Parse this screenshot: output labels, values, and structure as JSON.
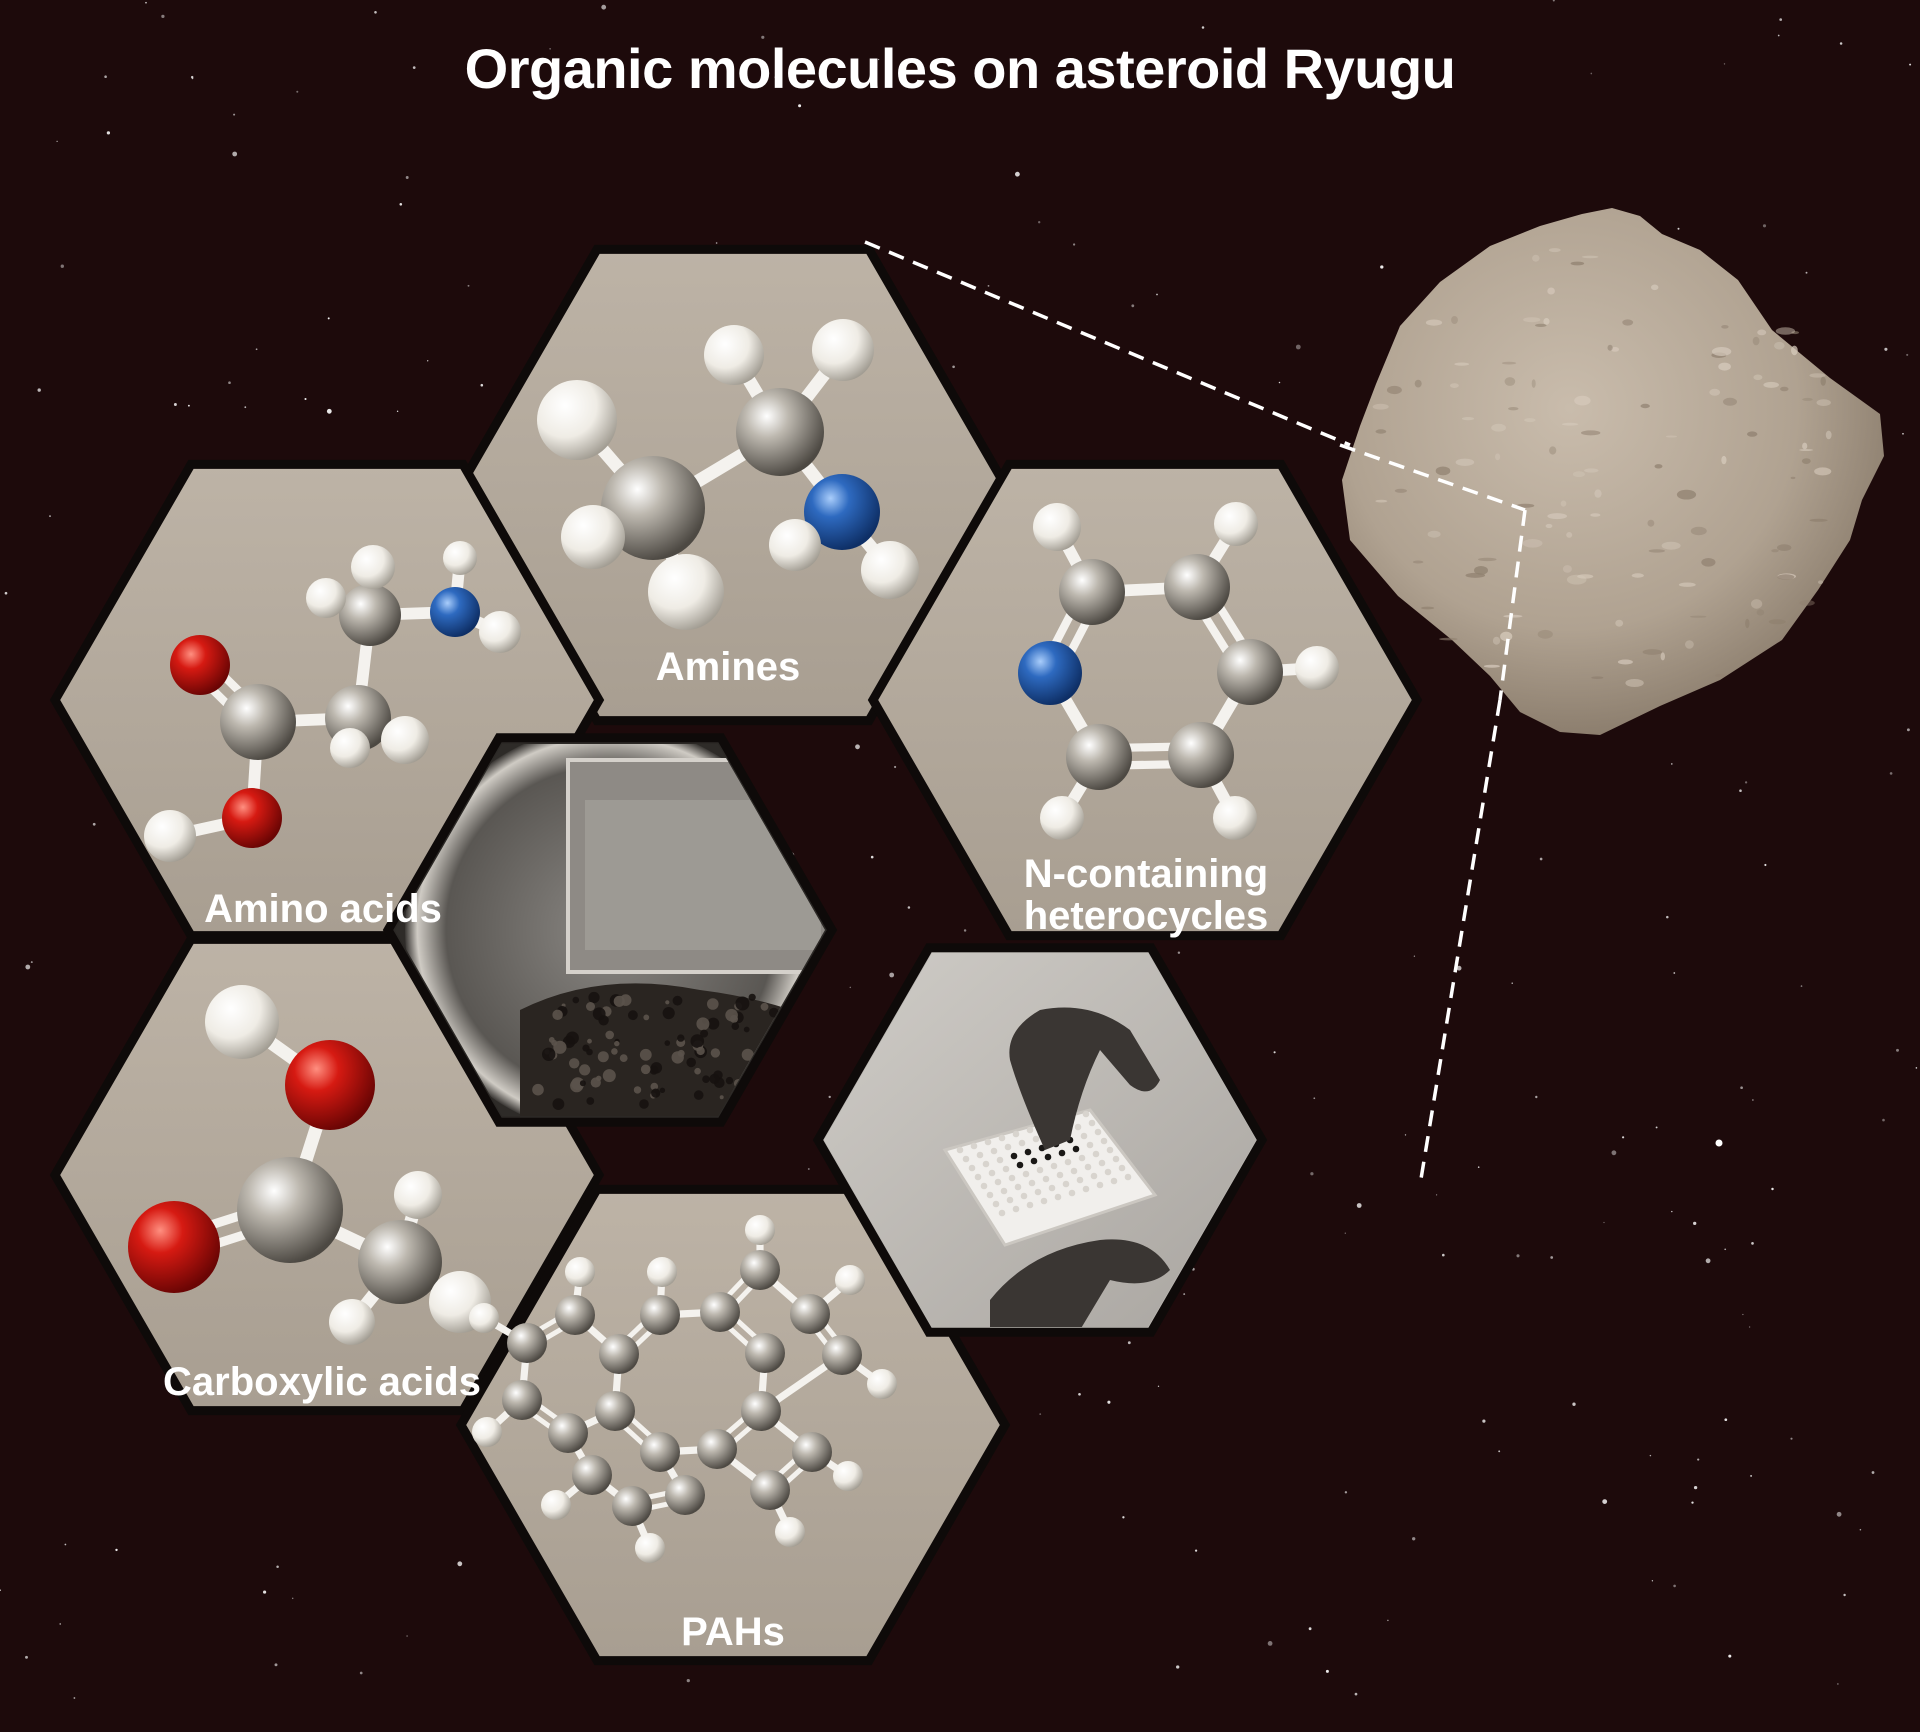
{
  "title": "Organic molecules on asteroid Ryugu",
  "labels": {
    "amines": "Amines",
    "amino_acids": "Amino acids",
    "heterocycles_line1": "N-containing",
    "heterocycles_line2": "heterocycles",
    "carboxylic_acids": "Carboxylic acids",
    "pahs": "PAHs"
  },
  "colors": {
    "background": "#1d0a0b",
    "hex_fill": "#b8ada0",
    "hex_border": "#0e0a09",
    "carbon": "#9a968e",
    "hydrogen": "#f2f0ea",
    "oxygen": "#c3100c",
    "nitrogen": "#2a62b0",
    "asteroid": "#b7a999"
  },
  "icons": {
    "sample_container": "sample-capsule-photo",
    "lab_handling": "gloved-hands-sample-tray-photo",
    "asteroid": "ryugu-asteroid"
  }
}
